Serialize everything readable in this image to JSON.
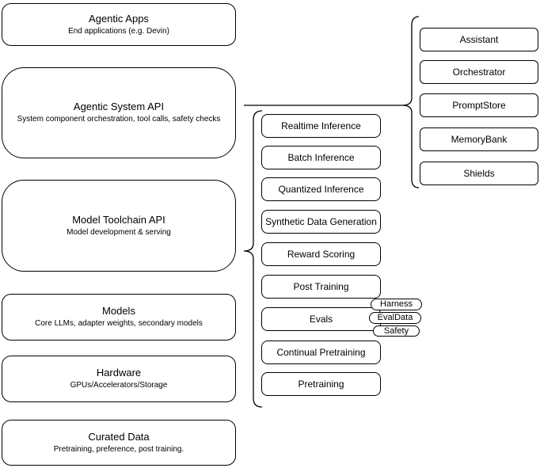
{
  "stack": [
    {
      "title": "Agentic Apps",
      "subtitle": "End applications (e.g. Devin)"
    },
    {
      "title": "Agentic System API",
      "subtitle": "System component orchestration, tool calls, safety checks"
    },
    {
      "title": "Model Toolchain API",
      "subtitle": "Model development & serving"
    },
    {
      "title": "Models",
      "subtitle": "Core LLMs, adapter weights, secondary models"
    },
    {
      "title": "Hardware",
      "subtitle": "GPUs/Accelerators/Storage"
    },
    {
      "title": "Curated Data",
      "subtitle": "Pretraining, preference, post training."
    }
  ],
  "toolchain_services": [
    "Realtime Inference",
    "Batch Inference",
    "Quantized Inference",
    "Synthetic Data Generation",
    "Reward Scoring",
    "Post Training",
    "Evals",
    "Continual Pretraining",
    "Pretraining"
  ],
  "eval_tags": [
    "Harness",
    "EvalData",
    "Safety"
  ],
  "system_components": [
    "Assistant",
    "Orchestrator",
    "PromptStore",
    "MemoryBank",
    "Shields"
  ],
  "colors": {
    "stroke": "#000000",
    "fill": "#ffffff",
    "background": "#ffffff",
    "text": "#000000"
  }
}
